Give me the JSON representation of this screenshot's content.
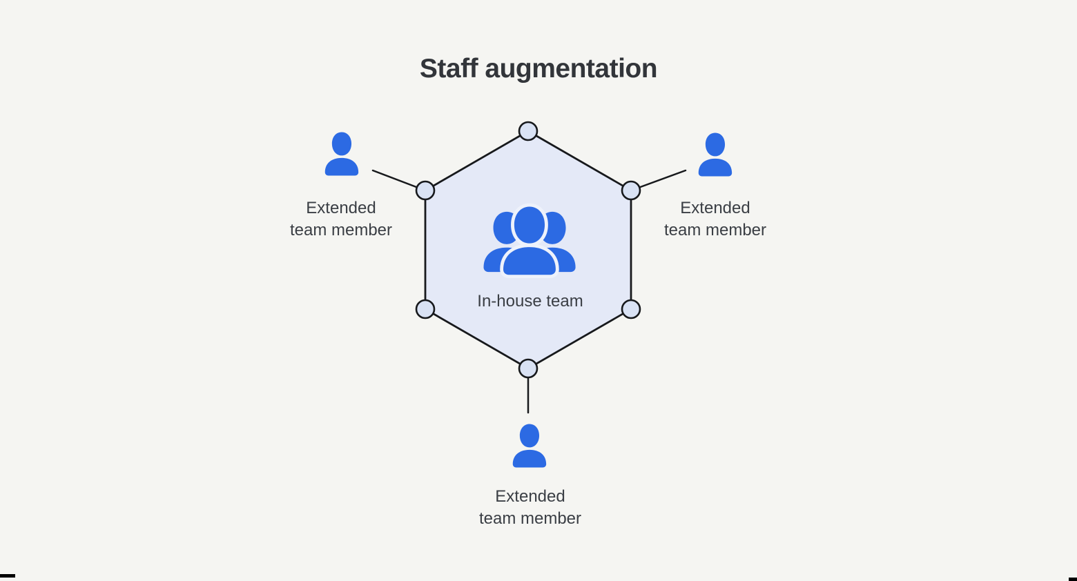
{
  "title": "Staff augmentation",
  "hexagon": {
    "label": "In-house team",
    "icon": "team-group-icon",
    "node_count": 6
  },
  "members": [
    {
      "position": "top-left",
      "icon": "person-icon",
      "label_line1": "Extended",
      "label_line2": "team member"
    },
    {
      "position": "top-right",
      "icon": "person-icon",
      "label_line1": "Extended",
      "label_line2": "team member"
    },
    {
      "position": "bottom",
      "icon": "person-icon",
      "label_line1": "Extended",
      "label_line2": "team member"
    }
  ],
  "colors": {
    "background": "#f5f5f2",
    "hexagon_fill": "#e4e9f7",
    "node_fill": "#d9e2f4",
    "outline": "#17191c",
    "icon_blue": "#2c6ae3",
    "halo": "#eef2fb",
    "title_text": "#32353a",
    "label_text": "#3a3e44"
  }
}
